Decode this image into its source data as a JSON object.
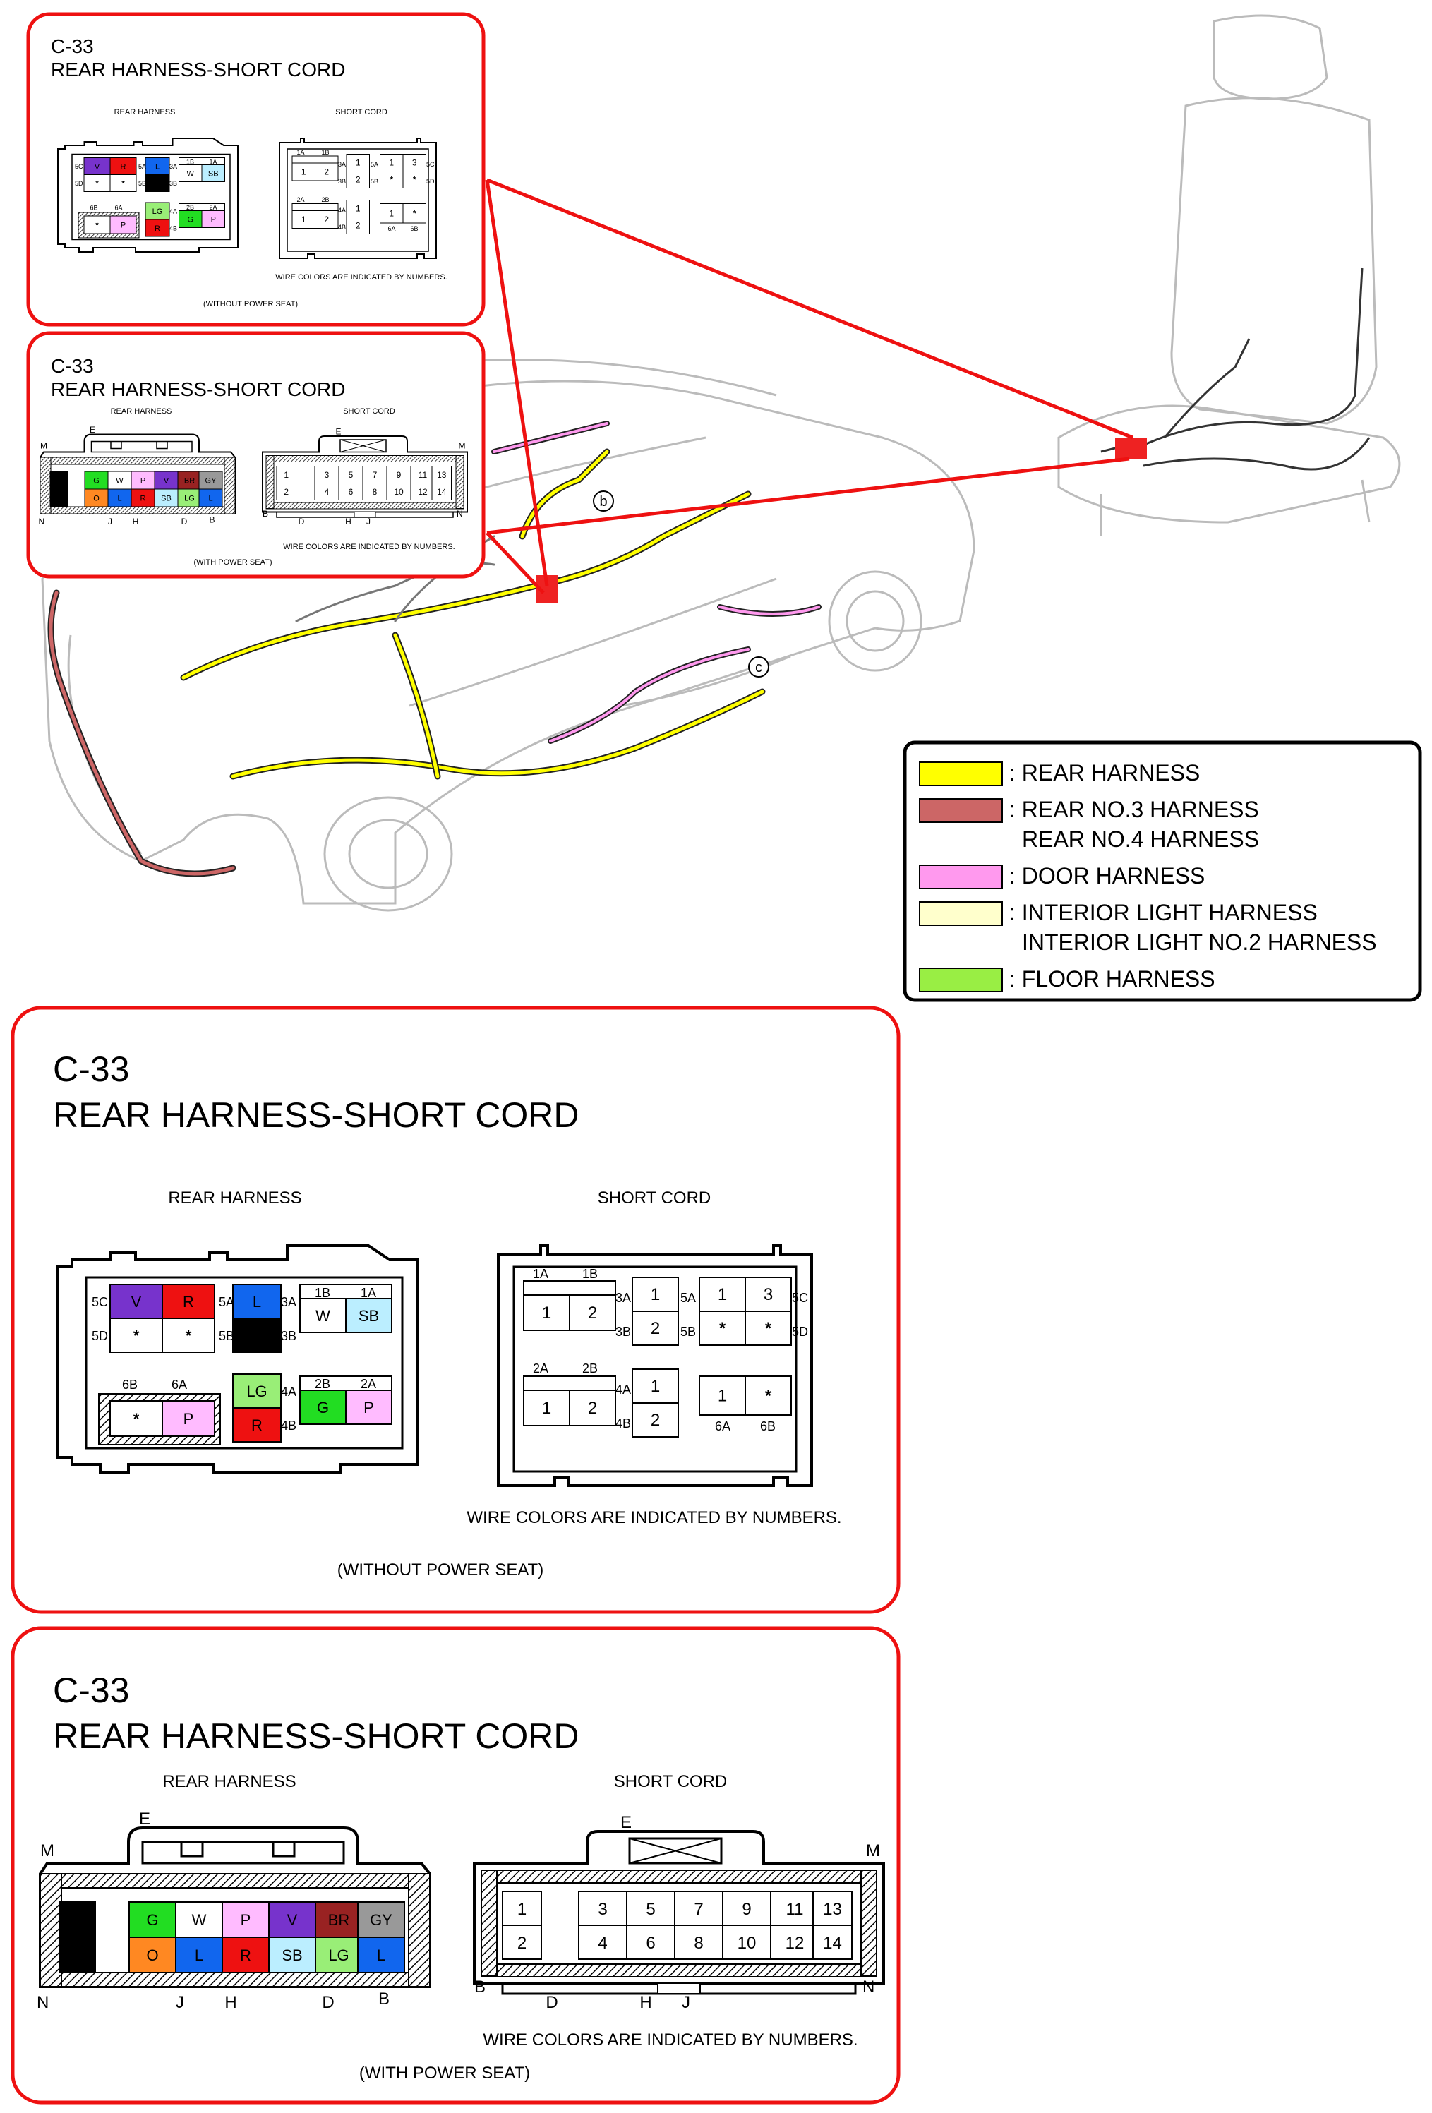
{
  "connector_id": "C-33",
  "connector_title": "REAR HARNESS-SHORT CORD",
  "rear_harness_label": "REAR HARNESS",
  "short_cord_label": "SHORT CORD",
  "wire_note": "WIRE COLORS ARE INDICATED BY NUMBERS.",
  "variant_without": "(WITHOUT POWER SEAT)",
  "variant_with": "(WITH POWER SEAT)",
  "legend": [
    {
      "color": "#ffff00",
      "lines": [
        ": REAR HARNESS"
      ]
    },
    {
      "color": "#cc6666",
      "lines": [
        ": REAR NO.3 HARNESS",
        "REAR NO.4 HARNESS"
      ]
    },
    {
      "color": "#ff99ee",
      "lines": [
        ": DOOR HARNESS"
      ]
    },
    {
      "color": "#ffffcc",
      "lines": [
        ": INTERIOR LIGHT HARNESS",
        "INTERIOR LIGHT NO.2 HARNESS"
      ]
    },
    {
      "color": "#99ee44",
      "lines": [
        ": FLOOR HARNESS"
      ]
    }
  ],
  "callouts": {
    "b": "b",
    "c": "c"
  },
  "without": {
    "rear_cells": [
      {
        "label": "V",
        "color": "#7733cc",
        "fg": "#000"
      },
      {
        "label": "R",
        "color": "#ee1111",
        "fg": "#000"
      },
      {
        "label": "*",
        "color": "#ffffff",
        "fg": "#000"
      },
      {
        "label": "*",
        "color": "#ffffff",
        "fg": "#000"
      },
      {
        "label": "L",
        "color": "#1166ee",
        "fg": "#fff"
      },
      {
        "label": "B",
        "color": "#000000",
        "fg": "#fff"
      },
      {
        "label": "W",
        "color": "#ffffff",
        "fg": "#000"
      },
      {
        "label": "SB",
        "color": "#bbeeff",
        "fg": "#000"
      },
      {
        "label": "*",
        "color": "#ffffff",
        "fg": "#000"
      },
      {
        "label": "P",
        "color": "#ffbbff",
        "fg": "#000"
      },
      {
        "label": "LG",
        "color": "#99ee77",
        "fg": "#000"
      },
      {
        "label": "R",
        "color": "#ee1111",
        "fg": "#000"
      },
      {
        "label": "G",
        "color": "#22dd22",
        "fg": "#000"
      },
      {
        "label": "P",
        "color": "#ffbbff",
        "fg": "#000"
      }
    ],
    "pin_labels": [
      "5C",
      "5D",
      "5A",
      "5B",
      "3A",
      "3B",
      "1B",
      "1A",
      "6B",
      "6A",
      "4A",
      "4B",
      "2B",
      "2A"
    ],
    "short_labels": [
      "1A",
      "1B",
      "3A",
      "3B",
      "5A",
      "5B",
      "5C",
      "5D",
      "2A",
      "2B",
      "4A",
      "4B",
      "6A",
      "6B"
    ],
    "short_nums": [
      "1",
      "2",
      "1",
      "2",
      "1",
      "3",
      "*",
      "*",
      "1",
      "2",
      "1",
      "2",
      "1",
      "*"
    ]
  },
  "with": {
    "rear_top": [
      {
        "label": "B",
        "color": "#000000",
        "fg": "#fff"
      },
      {
        "label": "G",
        "color": "#22dd22",
        "fg": "#000"
      },
      {
        "label": "W",
        "color": "#ffffff",
        "fg": "#000"
      },
      {
        "label": "P",
        "color": "#ffbbff",
        "fg": "#000"
      },
      {
        "label": "V",
        "color": "#7733cc",
        "fg": "#000"
      },
      {
        "label": "BR",
        "color": "#992222",
        "fg": "#fff"
      },
      {
        "label": "GY",
        "color": "#999999",
        "fg": "#000"
      }
    ],
    "rear_bottom": [
      {
        "label": "B",
        "color": "#000000",
        "fg": "#fff"
      },
      {
        "label": "O",
        "color": "#ff8822",
        "fg": "#000"
      },
      {
        "label": "L",
        "color": "#1166ee",
        "fg": "#000"
      },
      {
        "label": "R",
        "color": "#ee1111",
        "fg": "#000"
      },
      {
        "label": "SB",
        "color": "#bbeeff",
        "fg": "#000"
      },
      {
        "label": "LG",
        "color": "#99ee77",
        "fg": "#000"
      },
      {
        "label": "L",
        "color": "#1166ee",
        "fg": "#000"
      }
    ],
    "short_top": [
      "1",
      "3",
      "5",
      "7",
      "9",
      "11",
      "13"
    ],
    "short_bottom": [
      "2",
      "4",
      "6",
      "8",
      "10",
      "12",
      "14"
    ],
    "letters": {
      "E": "E",
      "M": "M",
      "N": "N",
      "J": "J",
      "H": "H",
      "D": "D",
      "B": "B"
    }
  }
}
